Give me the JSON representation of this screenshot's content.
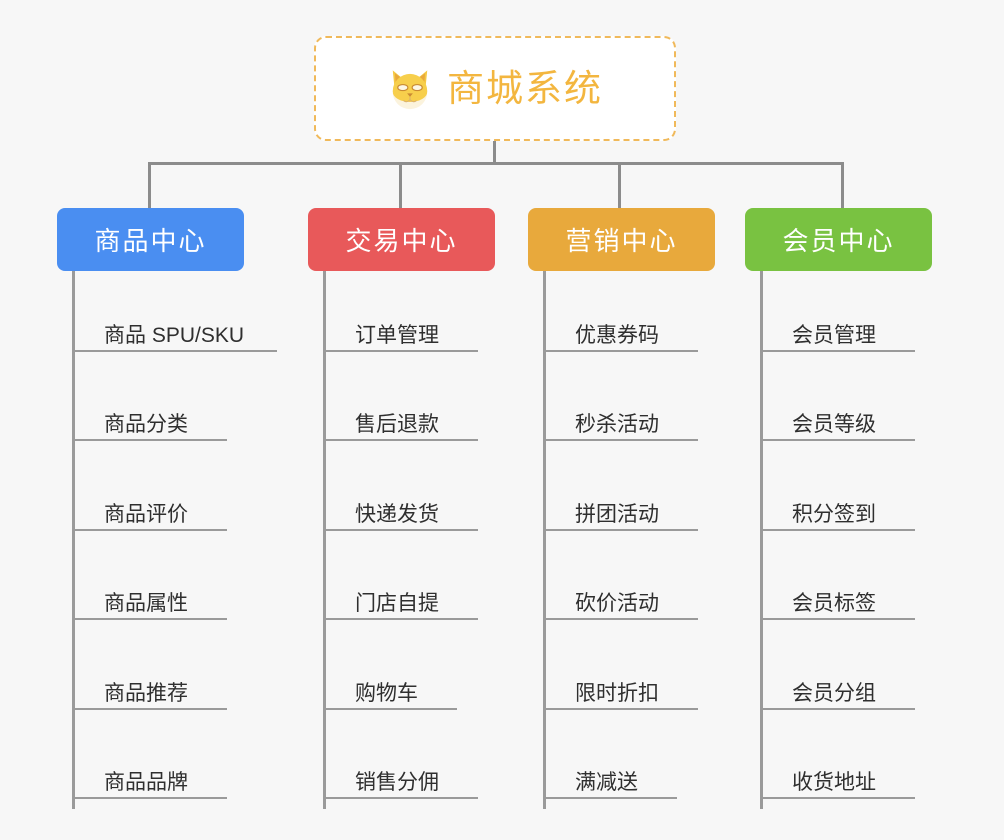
{
  "diagram": {
    "title": "商城系统",
    "root_icon": "shiba-inu-icon",
    "background_color": "#f7f7f7",
    "root": {
      "label": "商城系统",
      "border_color": "#f0b95a",
      "text_color": "#f3b63f",
      "fill_color": "#ffffff"
    },
    "connector_color": "#8c8c8c",
    "branches": [
      {
        "label": "商品中心",
        "color": "#4a8ef1",
        "items": [
          "商品 SPU/SKU",
          "商品分类",
          "商品评价",
          "商品属性",
          "商品推荐",
          "商品品牌"
        ]
      },
      {
        "label": "交易中心",
        "color": "#e8595a",
        "items": [
          "订单管理",
          "售后退款",
          "快递发货",
          "门店自提",
          "购物车",
          "销售分佣"
        ]
      },
      {
        "label": "营销中心",
        "color": "#e8a93c",
        "items": [
          "优惠券码",
          "秒杀活动",
          "拼团活动",
          "砍价活动",
          "限时折扣",
          "满减送"
        ]
      },
      {
        "label": "会员中心",
        "color": "#79c241",
        "items": [
          "会员管理",
          "会员等级",
          "积分签到",
          "会员标签",
          "会员分组",
          "收货地址"
        ]
      }
    ]
  }
}
